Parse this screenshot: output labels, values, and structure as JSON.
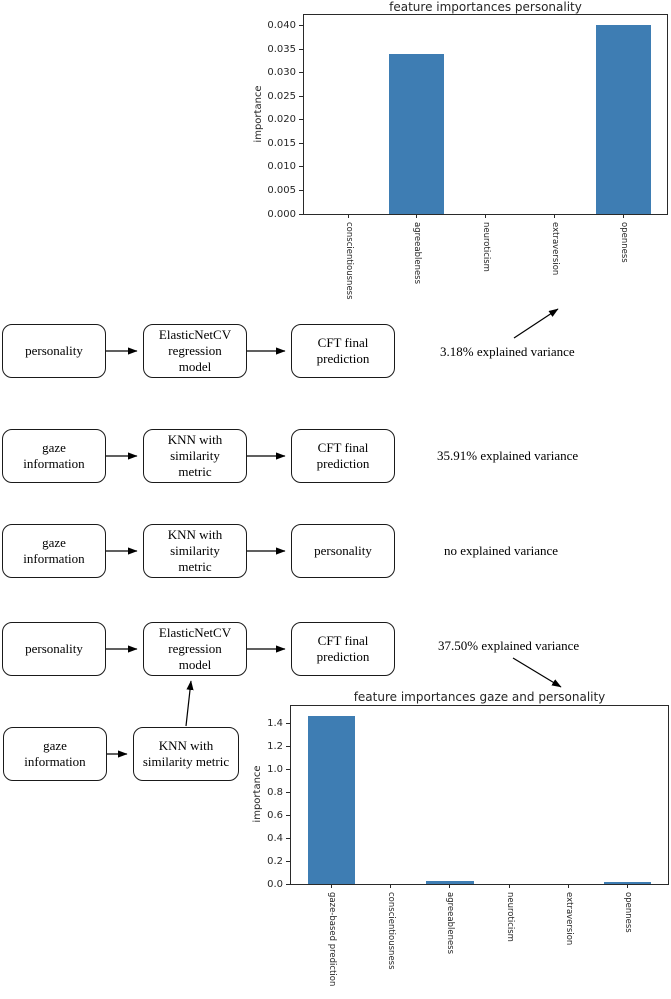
{
  "chart_data": [
    {
      "type": "bar",
      "title": "feature importances personality",
      "ylabel": "importance",
      "xlabel": "",
      "categories": [
        "conscientiousness",
        "agreeableness",
        "neuroticism",
        "extraversion",
        "openness"
      ],
      "values": [
        0,
        0.0341,
        0,
        0,
        0.0401
      ],
      "ylim": [
        0,
        0.0423
      ],
      "yticks": [
        0,
        0.005,
        0.01,
        0.015,
        0.02,
        0.025,
        0.03,
        0.035,
        0.04
      ],
      "ytick_labels": [
        "0.000",
        "0.005",
        "0.010",
        "0.015",
        "0.020",
        "0.025",
        "0.030",
        "0.035",
        "0.040"
      ],
      "grid": false,
      "bar_color": "#3e7db3"
    },
    {
      "type": "bar",
      "title": "feature importances gaze and personality",
      "ylabel": "importance",
      "xlabel": "",
      "categories": [
        "gaze-based prediction",
        "conscientiousness",
        "agreeableness",
        "neuroticism",
        "extraversion",
        "openness"
      ],
      "values": [
        1.47,
        0,
        0.025,
        0,
        0,
        0.015
      ],
      "ylim": [
        0,
        1.556
      ],
      "yticks": [
        0,
        0.2,
        0.4,
        0.6,
        0.8,
        1.0,
        1.2,
        1.4
      ],
      "ytick_labels": [
        "0.0",
        "0.2",
        "0.4",
        "0.6",
        "0.8",
        "1.0",
        "1.2",
        "1.4"
      ],
      "grid": false,
      "bar_color": "#3e7db3"
    }
  ],
  "pipelines": [
    {
      "steps": [
        "personality",
        "ElasticNetCV regression model",
        "CFT final prediction"
      ],
      "result": "3.18% explained variance"
    },
    {
      "steps": [
        "gaze information",
        "KNN with similarity metric",
        "CFT final prediction"
      ],
      "result": "35.91% explained variance"
    },
    {
      "steps": [
        "gaze information",
        "KNN with similarity metric",
        "personality"
      ],
      "result": "no explained variance"
    },
    {
      "steps": [
        "personality",
        "ElasticNetCV regression model",
        "CFT final prediction"
      ],
      "result": "37.50% explained variance"
    },
    {
      "steps": [
        "gaze information",
        "KNN with similarity metric"
      ],
      "result": ""
    }
  ]
}
